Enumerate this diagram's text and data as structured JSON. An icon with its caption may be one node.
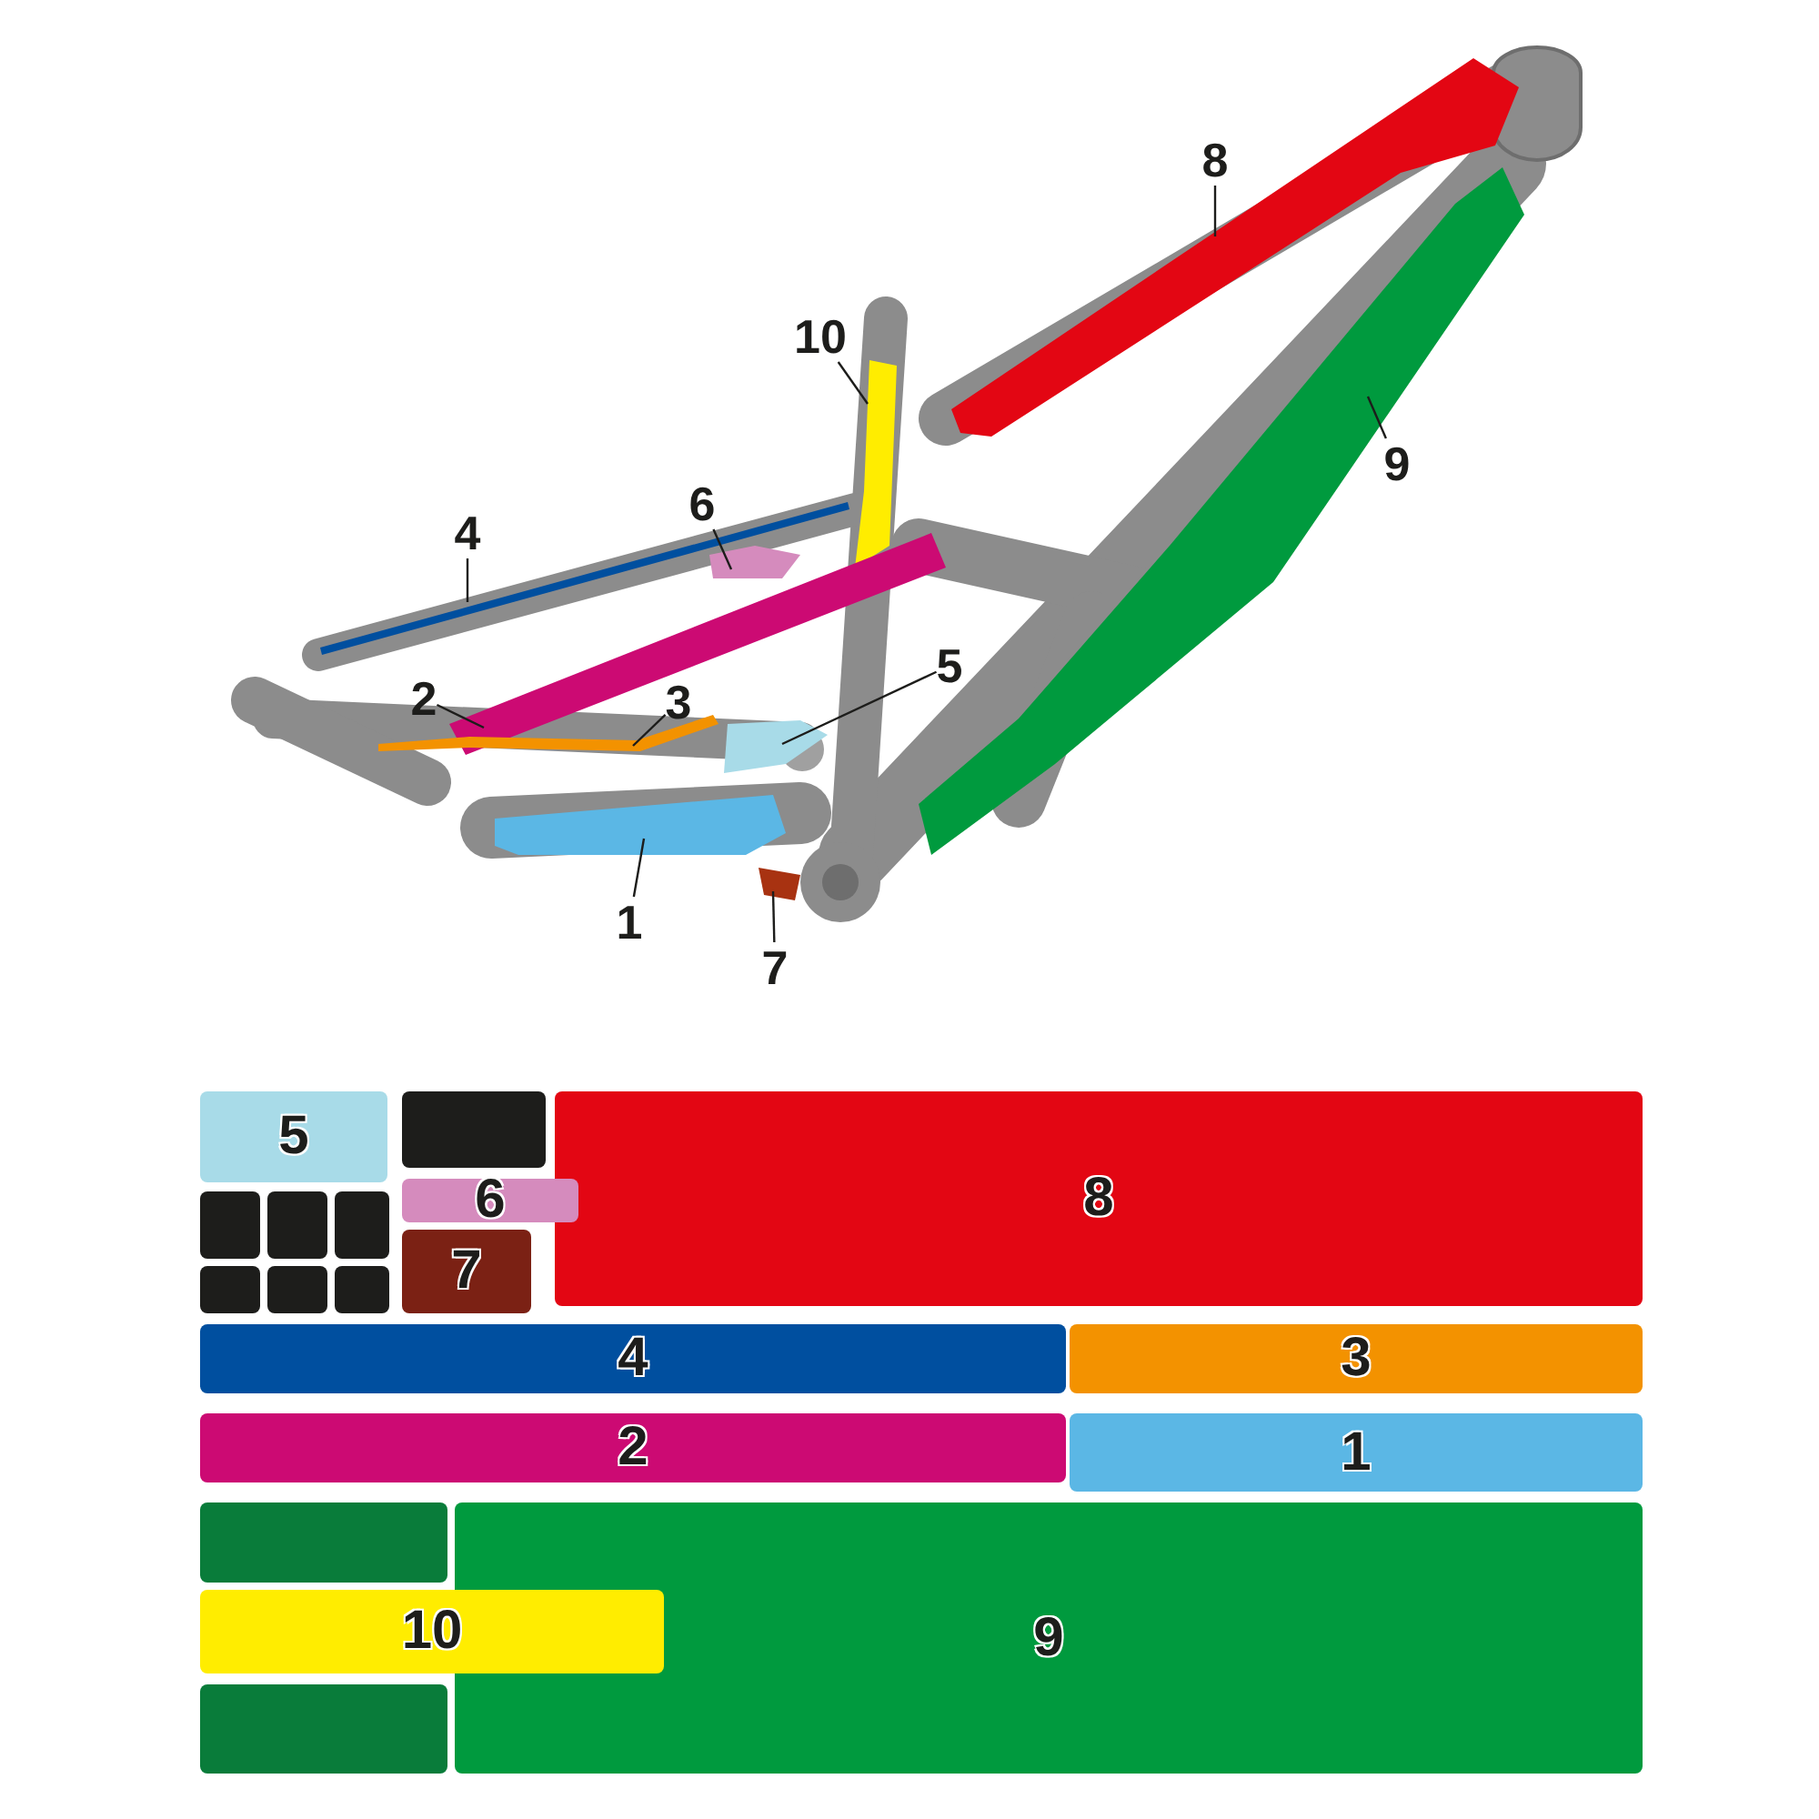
{
  "diagram": {
    "nodes": [
      {
        "text": [
          "8"
        ]
      },
      {
        "text": [
          "10"
        ]
      },
      {
        "text": [
          "9"
        ]
      },
      {
        "text": [
          "6"
        ]
      },
      {
        "text": [
          "4"
        ]
      },
      {
        "text": [
          "2"
        ]
      },
      {
        "text": [
          "3"
        ]
      },
      {
        "text": [
          "5"
        ]
      },
      {
        "text": [
          "1"
        ]
      },
      {
        "text": [
          "7"
        ]
      },
      {
        "text": [],
        "shape": "bar"
      },
      {
        "text": [],
        "shape": "bar"
      },
      {
        "text": [],
        "shape": "bar"
      },
      {
        "text": [],
        "shape": "bar"
      },
      {
        "text": [],
        "shape": "bar"
      },
      {
        "text": [],
        "shape": "bar"
      },
      {
        "text": [],
        "shape": "bar"
      },
      {
        "text": [],
        "shape": "bar"
      },
      {
        "text": [],
        "shape": "bar"
      },
      {
        "text": [],
        "shape": "bar"
      },
      {
        "text": [
          "5"
        ]
      },
      {
        "text": [],
        "shape": "box"
      },
      {
        "text": [
          "8"
        ]
      },
      {
        "text": [
          "6"
        ]
      },
      {
        "text": [],
        "shape": "box"
      },
      {
        "text": [],
        "shape": "box"
      },
      {
        "text": [],
        "shape": "box"
      },
      {
        "text": [
          "7"
        ]
      },
      {
        "text": [],
        "shape": "box"
      },
      {
        "text": [],
        "shape": "box"
      },
      {
        "text": [],
        "shape": "box"
      },
      {
        "text": [
          "4"
        ]
      },
      {
        "text": [
          "3"
        ]
      },
      {
        "text": [
          "2"
        ]
      },
      {
        "text": [
          "1"
        ]
      },
      {
        "text": [],
        "shape": "box"
      },
      {
        "text": [
          "9"
        ]
      },
      {
        "text": [
          "10"
        ]
      },
      {
        "text": [],
        "shape": "box"
      }
    ],
    "edges": [
      {
        "from": 0,
        "to": 10,
        "arrow": "none"
      },
      {
        "from": 1,
        "to": 11,
        "arrow": "none"
      },
      {
        "from": 2,
        "to": 12,
        "arrow": "none"
      },
      {
        "from": 3,
        "to": 13,
        "arrow": "none"
      },
      {
        "from": 4,
        "to": 14,
        "arrow": "none"
      },
      {
        "from": 5,
        "to": 15,
        "arrow": "none"
      },
      {
        "from": 6,
        "to": 16,
        "arrow": "none"
      },
      {
        "from": 7,
        "to": 17,
        "arrow": "none"
      },
      {
        "from": 8,
        "to": 18,
        "arrow": "none"
      },
      {
        "from": 9,
        "to": 19,
        "arrow": "none"
      }
    ]
  }
}
